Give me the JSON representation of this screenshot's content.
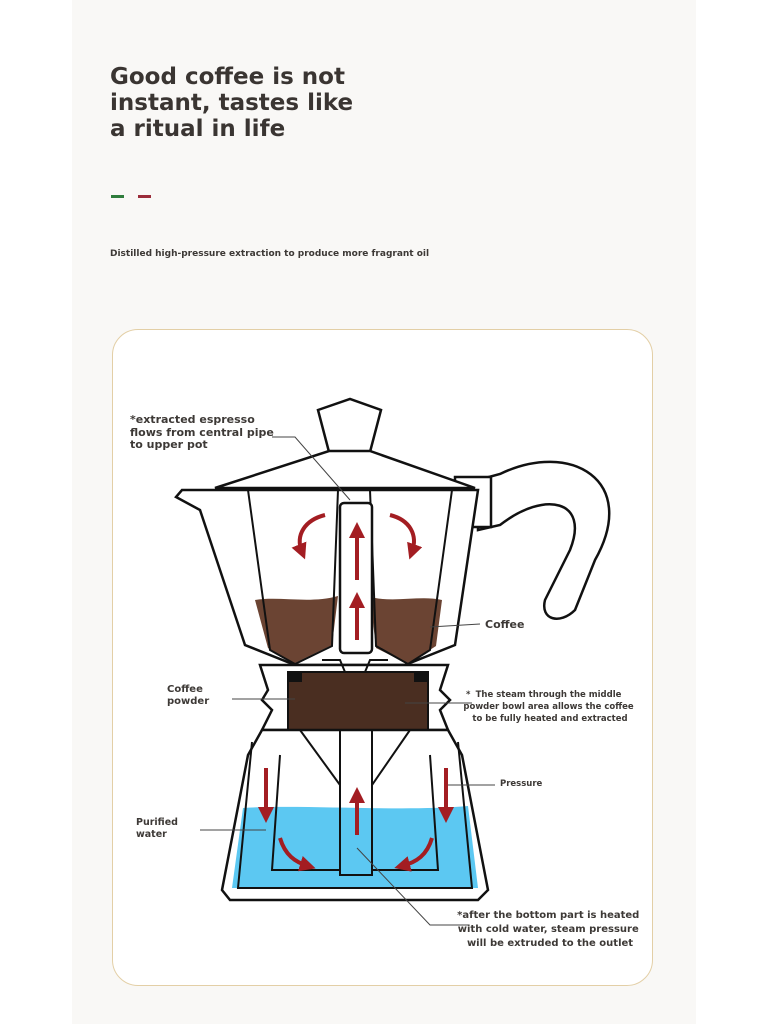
{
  "header": {
    "headline_lines": [
      "Good coffee is not",
      "instant, tastes like",
      "a ritual in life"
    ],
    "subtitle": "Distilled high-pressure extraction to produce more fragrant oil",
    "accent_colors": {
      "green": "#2f7d3c",
      "red": "#9b2c3a"
    }
  },
  "diagram": {
    "labels": {
      "espresso_flow": [
        "*extracted espresso",
        "flows from central pipe",
        "to upper pot"
      ],
      "coffee": "Coffee",
      "coffee_powder": [
        "Coffee",
        "powder"
      ],
      "steam_note": [
        "The steam through the middle",
        "powder bowl area allows the coffee",
        "to be fully heated and extracted"
      ],
      "steam_note_marker": "*",
      "pressure": "Pressure",
      "purified_water": [
        "Purified",
        "water"
      ],
      "bottom_note": [
        "*after the bottom part is heated",
        "with cold water, steam pressure",
        "will be extruded to the outlet"
      ]
    },
    "colors": {
      "outline": "#111111",
      "coffee": "#6b4433",
      "water": "#5cc8f2",
      "arrow": "#a31d22",
      "powder": "#4a2e21",
      "panel_border": "#e3cfa6"
    }
  }
}
